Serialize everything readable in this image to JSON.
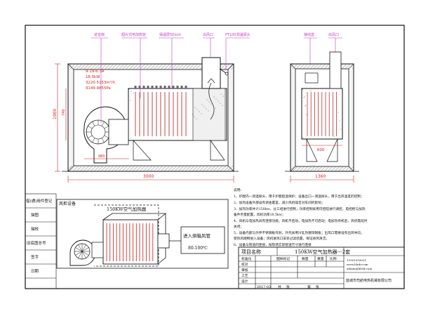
{
  "callouts": {
    "fan": "进音扇",
    "heater": "翅片式电加热管",
    "insulation": "保温层50mm",
    "outlet": "出风口",
    "probe": "PT100测温探头",
    "junction": "接线盒",
    "outlet_side": "出风口"
  },
  "specs": [
    "9-19-6.3A",
    "18.5kW",
    "3220-5153m³/h",
    "9149-9855Pa"
  ],
  "dims": {
    "length": "3000",
    "height": "1900",
    "inner_height": "740",
    "fan_width": "980",
    "side_width": "1360",
    "side_inner": "600"
  },
  "notes": [
    "说明:",
    "1、炉膛内一测温探头，用于炉膛超温保护；设备出口一测温探头，用于出风温度的控制；",
    "2、加热设备外部设有调查置室，减少风机噪音对车间的影响；",
    "3、加热功率共计150kw，分三组进行控制，功率控制采用可控硅进行调控，电控柜与加热",
    "  备件尽量配置，风机功率18.5kw；",
    "4、风机与电加热具有连锁功能，风机不启动，电加热不可启动；电加热停机后，风机需延时",
    "  关闭；",
    "5、设备内部与外界不锈钢板作封，外壳采用冷轧热镀锌钢板；出风口需要设有出风导向，",
    "  使热风顺畅进入设备；风机进风口安装过滤装置，保证进风清洁。",
    "6、设备与管道的连接，按现场实际管道尺寸进行连接"
  ],
  "inset": {
    "section_label": "风柜设备",
    "heater_title": "150KW空气加热器",
    "box_label": "进入烘箱风管",
    "temp_range": "80-100℃"
  },
  "side_table": [
    "借(通)用件登记",
    "描图",
    "描校",
    "旧底图总号",
    "签字",
    "日期"
  ],
  "title_block": {
    "project_label": "项目名称",
    "project_value": "150KW空气加热器---2套",
    "row_labels": [
      "标准化",
      "校对",
      "审核",
      "工艺",
      "设计"
    ],
    "col_labels": [
      "图样标记",
      "数量",
      "重量",
      "比例"
    ],
    "date": "2017-03",
    "page_labels": [
      "共",
      "张",
      "第",
      "张"
    ],
    "company": "盐城市司航电热机械有限公司",
    "contact": [
      "13951018031",
      "www.hlrdr.com",
      "admin@hlrdr.com"
    ]
  }
}
